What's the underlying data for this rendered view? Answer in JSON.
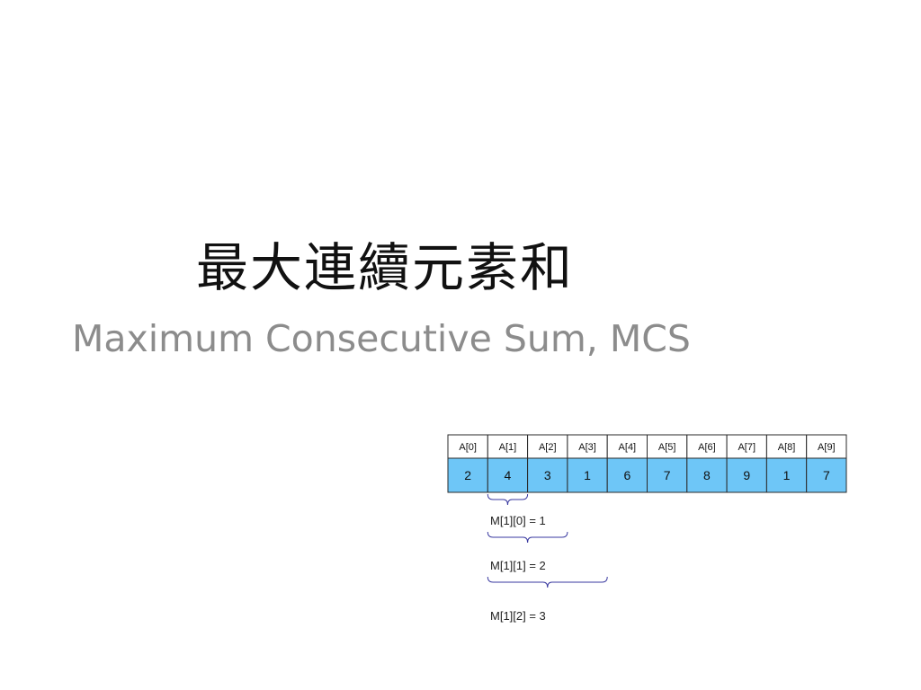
{
  "slide": {
    "title": "最大連續元素和",
    "subtitle": "Maximum Consecutive Sum, MCS"
  },
  "array": {
    "headers": [
      "A[0]",
      "A[1]",
      "A[2]",
      "A[3]",
      "A[4]",
      "A[5]",
      "A[6]",
      "A[7]",
      "A[8]",
      "A[9]"
    ],
    "values": [
      "2",
      "4",
      "3",
      "1",
      "6",
      "7",
      "8",
      "9",
      "1",
      "7"
    ]
  },
  "annotations": [
    {
      "label": "M[1][0] = 1",
      "start_index": 1,
      "end_index": 1
    },
    {
      "label": "M[1][1] = 2",
      "start_index": 1,
      "end_index": 2
    },
    {
      "label": "M[1][2] = 3",
      "start_index": 1,
      "end_index": 3
    }
  ],
  "colors": {
    "value_cell": "#6ec6f7",
    "header_cell": "#ffffff",
    "grid_line": "#2a2a2a",
    "brace": "#3a3aa0"
  }
}
